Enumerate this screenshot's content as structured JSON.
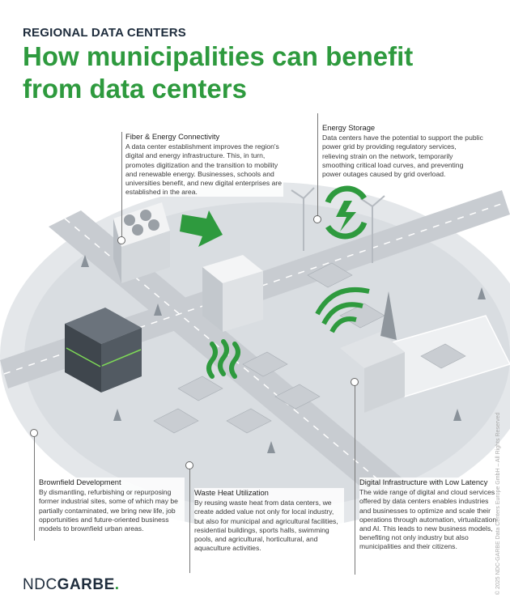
{
  "header": {
    "kicker": "REGIONAL DATA CENTERS",
    "title": "How municipalities can benefit from data centers"
  },
  "callouts": {
    "fiber": {
      "title": "Fiber & Energy Connectivity",
      "body": "A data center establishment improves the region's digital and energy infrastructure. This, in turn, promotes digitization and the transition to mobility and renewable energy. Businesses, schools and universities benefit, and new digital enterprises are established in the area."
    },
    "energy": {
      "title": "Energy Storage",
      "body": "Data centers have the potential to support the public power grid by providing regulatory services, relieving strain on the network, temporarily smoothing critical load curves, and preventing power outages caused by grid overload."
    },
    "brownfield": {
      "title": "Brownfield Development",
      "body": "By dismantling, refurbishing or repurposing former industrial sites, some of which may be partially contaminated, we bring new life, job opportunities and future-oriented business models to brownfield urban areas."
    },
    "waste_heat": {
      "title": "Waste Heat Utilization",
      "body": "By reusing waste heat from data centers, we create added value not only for local industry, but also for municipal and agricultural facilities, residential buildings, sports halls, swimming pools, and agricultural, horticultural, and aquaculture activities."
    },
    "digital": {
      "title": "Digital Infrastructure with Low Latency",
      "body": "The wide range of digital and cloud services offered by data centers enables industries and businesses to optimize and scale their operations through automation, virtualization and AI. This leads to new business models, benefiting not only industry but also municipalities and their citizens."
    }
  },
  "logo": {
    "part1": "NDC",
    "part2": "GARBE",
    "dot": "."
  },
  "copyright": "© 2025 NDC-GARBE Data Centers Europe GmbH – All Rights Reserved",
  "colors": {
    "brand_green": "#2e9a3e",
    "navy": "#1f2d3d"
  }
}
